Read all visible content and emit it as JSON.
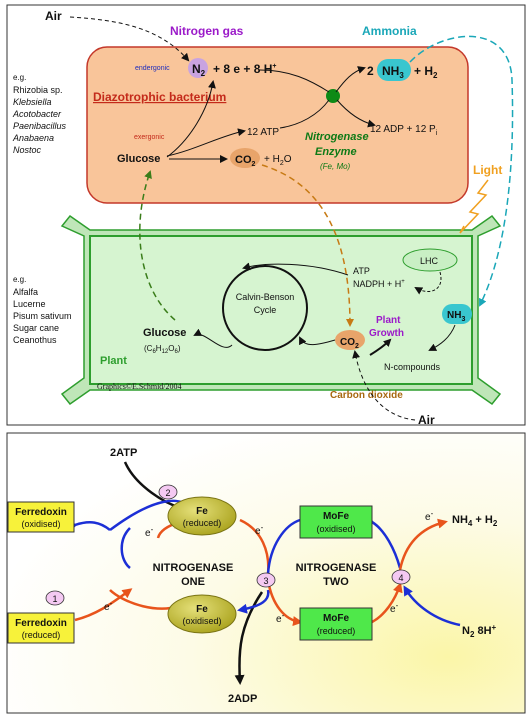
{
  "top": {
    "air_top": "Air",
    "nitrogen_gas": "Nitrogen gas",
    "ammonia": "Ammonia",
    "endergonic": "endergonic",
    "exergonic": "exergonic",
    "eq_n2": "N",
    "eq_n2_sub": "2",
    "eq_rest": "+ 8 e  + 8 H",
    "eq_plus_sup": "+",
    "eq_2": "2",
    "eq_nh3": "NH",
    "eq_nh3_sub": "3",
    "eq_h2": "+ H",
    "eq_h2_sub": "2",
    "bacterium_title": "Diazotrophic bacterium",
    "atp": "12 ATP",
    "adp": "12 ADP + 12 P",
    "adp_sub": "i",
    "enzyme_1": "Nitrogenase",
    "enzyme_2": "Enzyme",
    "enzyme_3": "(Fe, Mo)",
    "glucose": "Glucose",
    "co2": "CO",
    "co2_sub": "2",
    "h2o": "+ H",
    "h2o_sub": "2",
    "h2o_end": "O",
    "eg1": "e.g.",
    "bacteria": [
      "Rhizobia sp.",
      "Klebsiella",
      "Acotobacter",
      "Paenibacillus",
      "Anabaena",
      "Nostoc"
    ],
    "light": "Light",
    "lhc": "LHC",
    "atp_plant": "ATP",
    "nadph": "NADPH + H",
    "nadph_sup": "+",
    "calvin_1": "Calvin-Benson",
    "calvin_2": "Cycle",
    "plant_glucose": "Glucose",
    "plant_glucose_formula": "(C",
    "plant_nh3": "NH",
    "plant_nh3_sub": "3",
    "plant_co2": "CO",
    "plant_co2_sub": "2",
    "plant_growth_1": "Plant",
    "plant_growth_2": "Growth",
    "n_compounds": "N-compounds",
    "plant_label": "Plant",
    "graphics": "Graphics©E.Schmid/2004",
    "carbon_dioxide": "Carbon dioxide",
    "air_bottom": "Air",
    "eg2": "e.g.",
    "plants": [
      "Alfalfa",
      "Lucerne",
      "Pisum sativum",
      "Sugar cane",
      "Ceanothus"
    ]
  },
  "bottom": {
    "atp_in": "2ATP",
    "adp_out": "2ADP",
    "ferredoxin_ox_1": "Ferredoxin",
    "ferredoxin_ox_2": "(oxidised)",
    "ferredoxin_red_1": "Ferredoxin",
    "ferredoxin_red_2": "(reduced)",
    "fe_red_1": "Fe",
    "fe_red_2": "(reduced)",
    "fe_ox_1": "Fe",
    "fe_ox_2": "(oxidised)",
    "mofe_ox_1": "MoFe",
    "mofe_ox_2": "(oxidised)",
    "mofe_red_1": "MoFe",
    "mofe_red_2": "(reduced)",
    "nitrogenase_one_1": "NITROGENASE",
    "nitrogenase_one_2": "ONE",
    "nitrogenase_two_1": "NITROGENASE",
    "nitrogenase_two_2": "TWO",
    "electron": "e",
    "minus": "-",
    "step1": "1",
    "step2": "2",
    "step3": "3",
    "step4": "4",
    "products": "NH",
    "products_sub": "4",
    "products_end": " + H",
    "products_end_sub": "2",
    "substrates": "N",
    "substrates_sub": "2",
    "substrates_end": " 8H",
    "substrates_sup": "+"
  },
  "colors": {
    "bacterium_fill": "#f9c59a",
    "bacterium_stroke": "#c4382a",
    "plant_fill": "#d6f4d0",
    "plant_stroke": "#2e9e2e",
    "n2_fill": "#c9a3e0",
    "nh3_fill": "#39c6cf",
    "co2_fill": "#e8a46a",
    "lhc_fill": "#c9efc4",
    "enzyme_dot": "#0e8a16",
    "ammonia_dash": "#1aa7b8",
    "title_purple": "#9b1ac9",
    "light_orange": "#f0a020",
    "arrow_red": "#e8541c",
    "arrow_blue": "#1c2fd6",
    "fe_fill": "#b9b42a",
    "mofe_fill": "#4fe84a",
    "ferredoxin_fill": "#f7f23a",
    "step_circle": "#f4c9f2"
  }
}
